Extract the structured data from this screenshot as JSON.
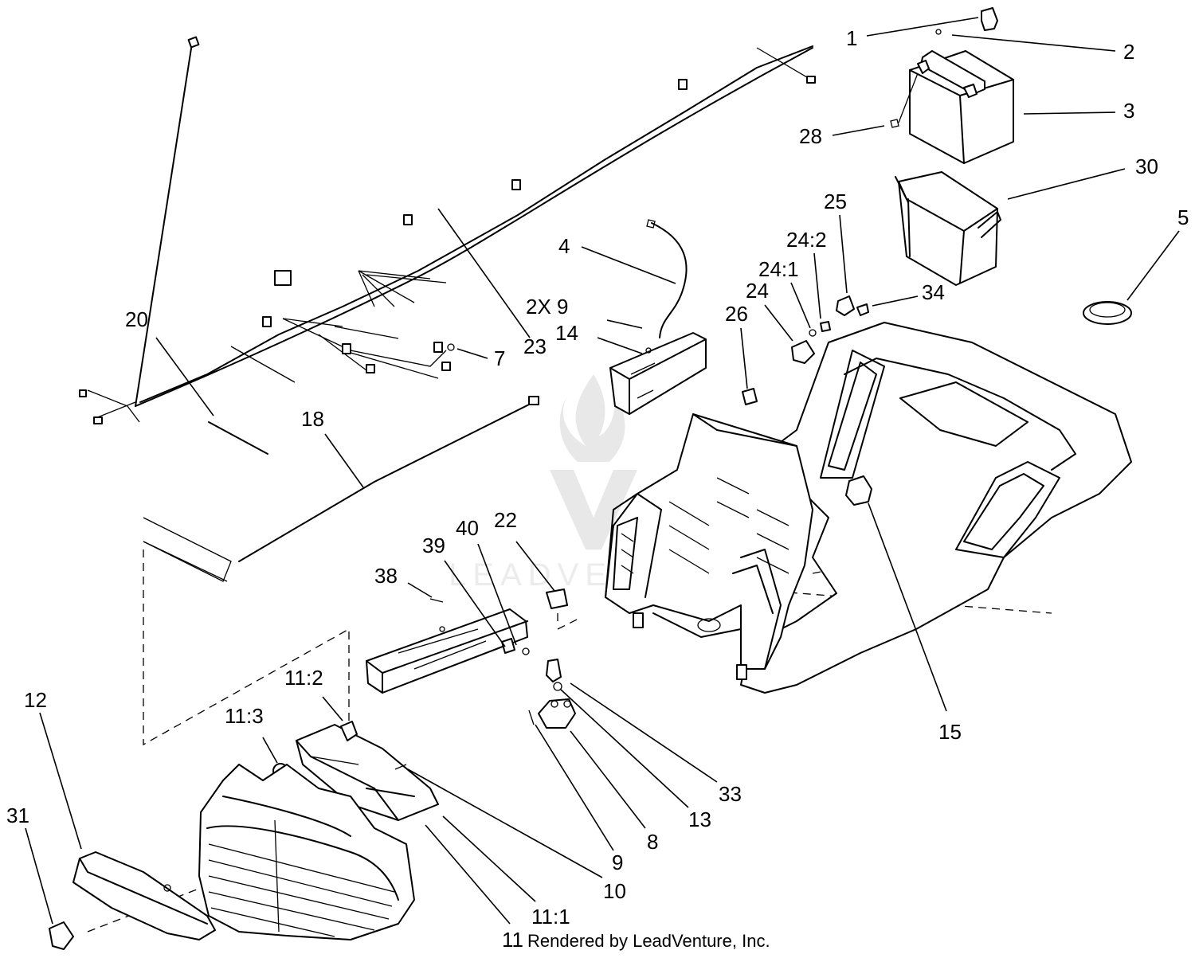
{
  "credit": "Rendered by LeadVenture, Inc.",
  "watermark": "LEADVENTURE",
  "callouts": [
    {
      "id": "c1",
      "label": "1"
    },
    {
      "id": "c2",
      "label": "2"
    },
    {
      "id": "c3",
      "label": "3"
    },
    {
      "id": "c28",
      "label": "28"
    },
    {
      "id": "c30",
      "label": "30"
    },
    {
      "id": "c5",
      "label": "5"
    },
    {
      "id": "c25",
      "label": "25"
    },
    {
      "id": "c24-2",
      "label": "24:2"
    },
    {
      "id": "c24-1",
      "label": "24:1"
    },
    {
      "id": "c24",
      "label": "24"
    },
    {
      "id": "c34",
      "label": "34"
    },
    {
      "id": "c26",
      "label": "26"
    },
    {
      "id": "c4",
      "label": "4"
    },
    {
      "id": "c2x9",
      "label": "2X 9"
    },
    {
      "id": "c14",
      "label": "14"
    },
    {
      "id": "c23",
      "label": "23"
    },
    {
      "id": "c7",
      "label": "7"
    },
    {
      "id": "c20",
      "label": "20"
    },
    {
      "id": "c18",
      "label": "18"
    },
    {
      "id": "c40",
      "label": "40"
    },
    {
      "id": "c22",
      "label": "22"
    },
    {
      "id": "c39",
      "label": "39"
    },
    {
      "id": "c38",
      "label": "38"
    },
    {
      "id": "c15",
      "label": "15"
    },
    {
      "id": "c11-2",
      "label": "11:2"
    },
    {
      "id": "c11-3",
      "label": "11:3"
    },
    {
      "id": "c12",
      "label": "12"
    },
    {
      "id": "c31",
      "label": "31"
    },
    {
      "id": "c33",
      "label": "33"
    },
    {
      "id": "c13",
      "label": "13"
    },
    {
      "id": "c8",
      "label": "8"
    },
    {
      "id": "c9",
      "label": "9"
    },
    {
      "id": "c10",
      "label": "10"
    },
    {
      "id": "c11-1",
      "label": "11:1"
    },
    {
      "id": "c11",
      "label": "11"
    }
  ]
}
